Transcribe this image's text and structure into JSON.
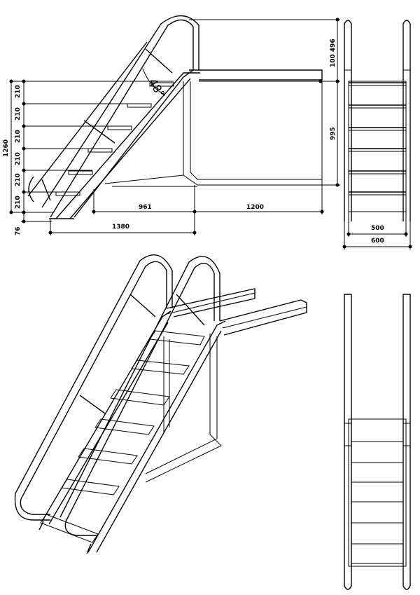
{
  "drawing": {
    "side_view": {
      "angle": "48°",
      "step_rises": [
        "210",
        "210",
        "210",
        "210",
        "210",
        "210"
      ],
      "total_height": "1260",
      "bottom_offset": "76",
      "platform_height": "995",
      "top_dimension": "100 496",
      "horizontal": [
        "961",
        "1200"
      ],
      "base_length": "1380"
    },
    "front_view": {
      "inner_width": "500",
      "outer_width": "600"
    }
  }
}
